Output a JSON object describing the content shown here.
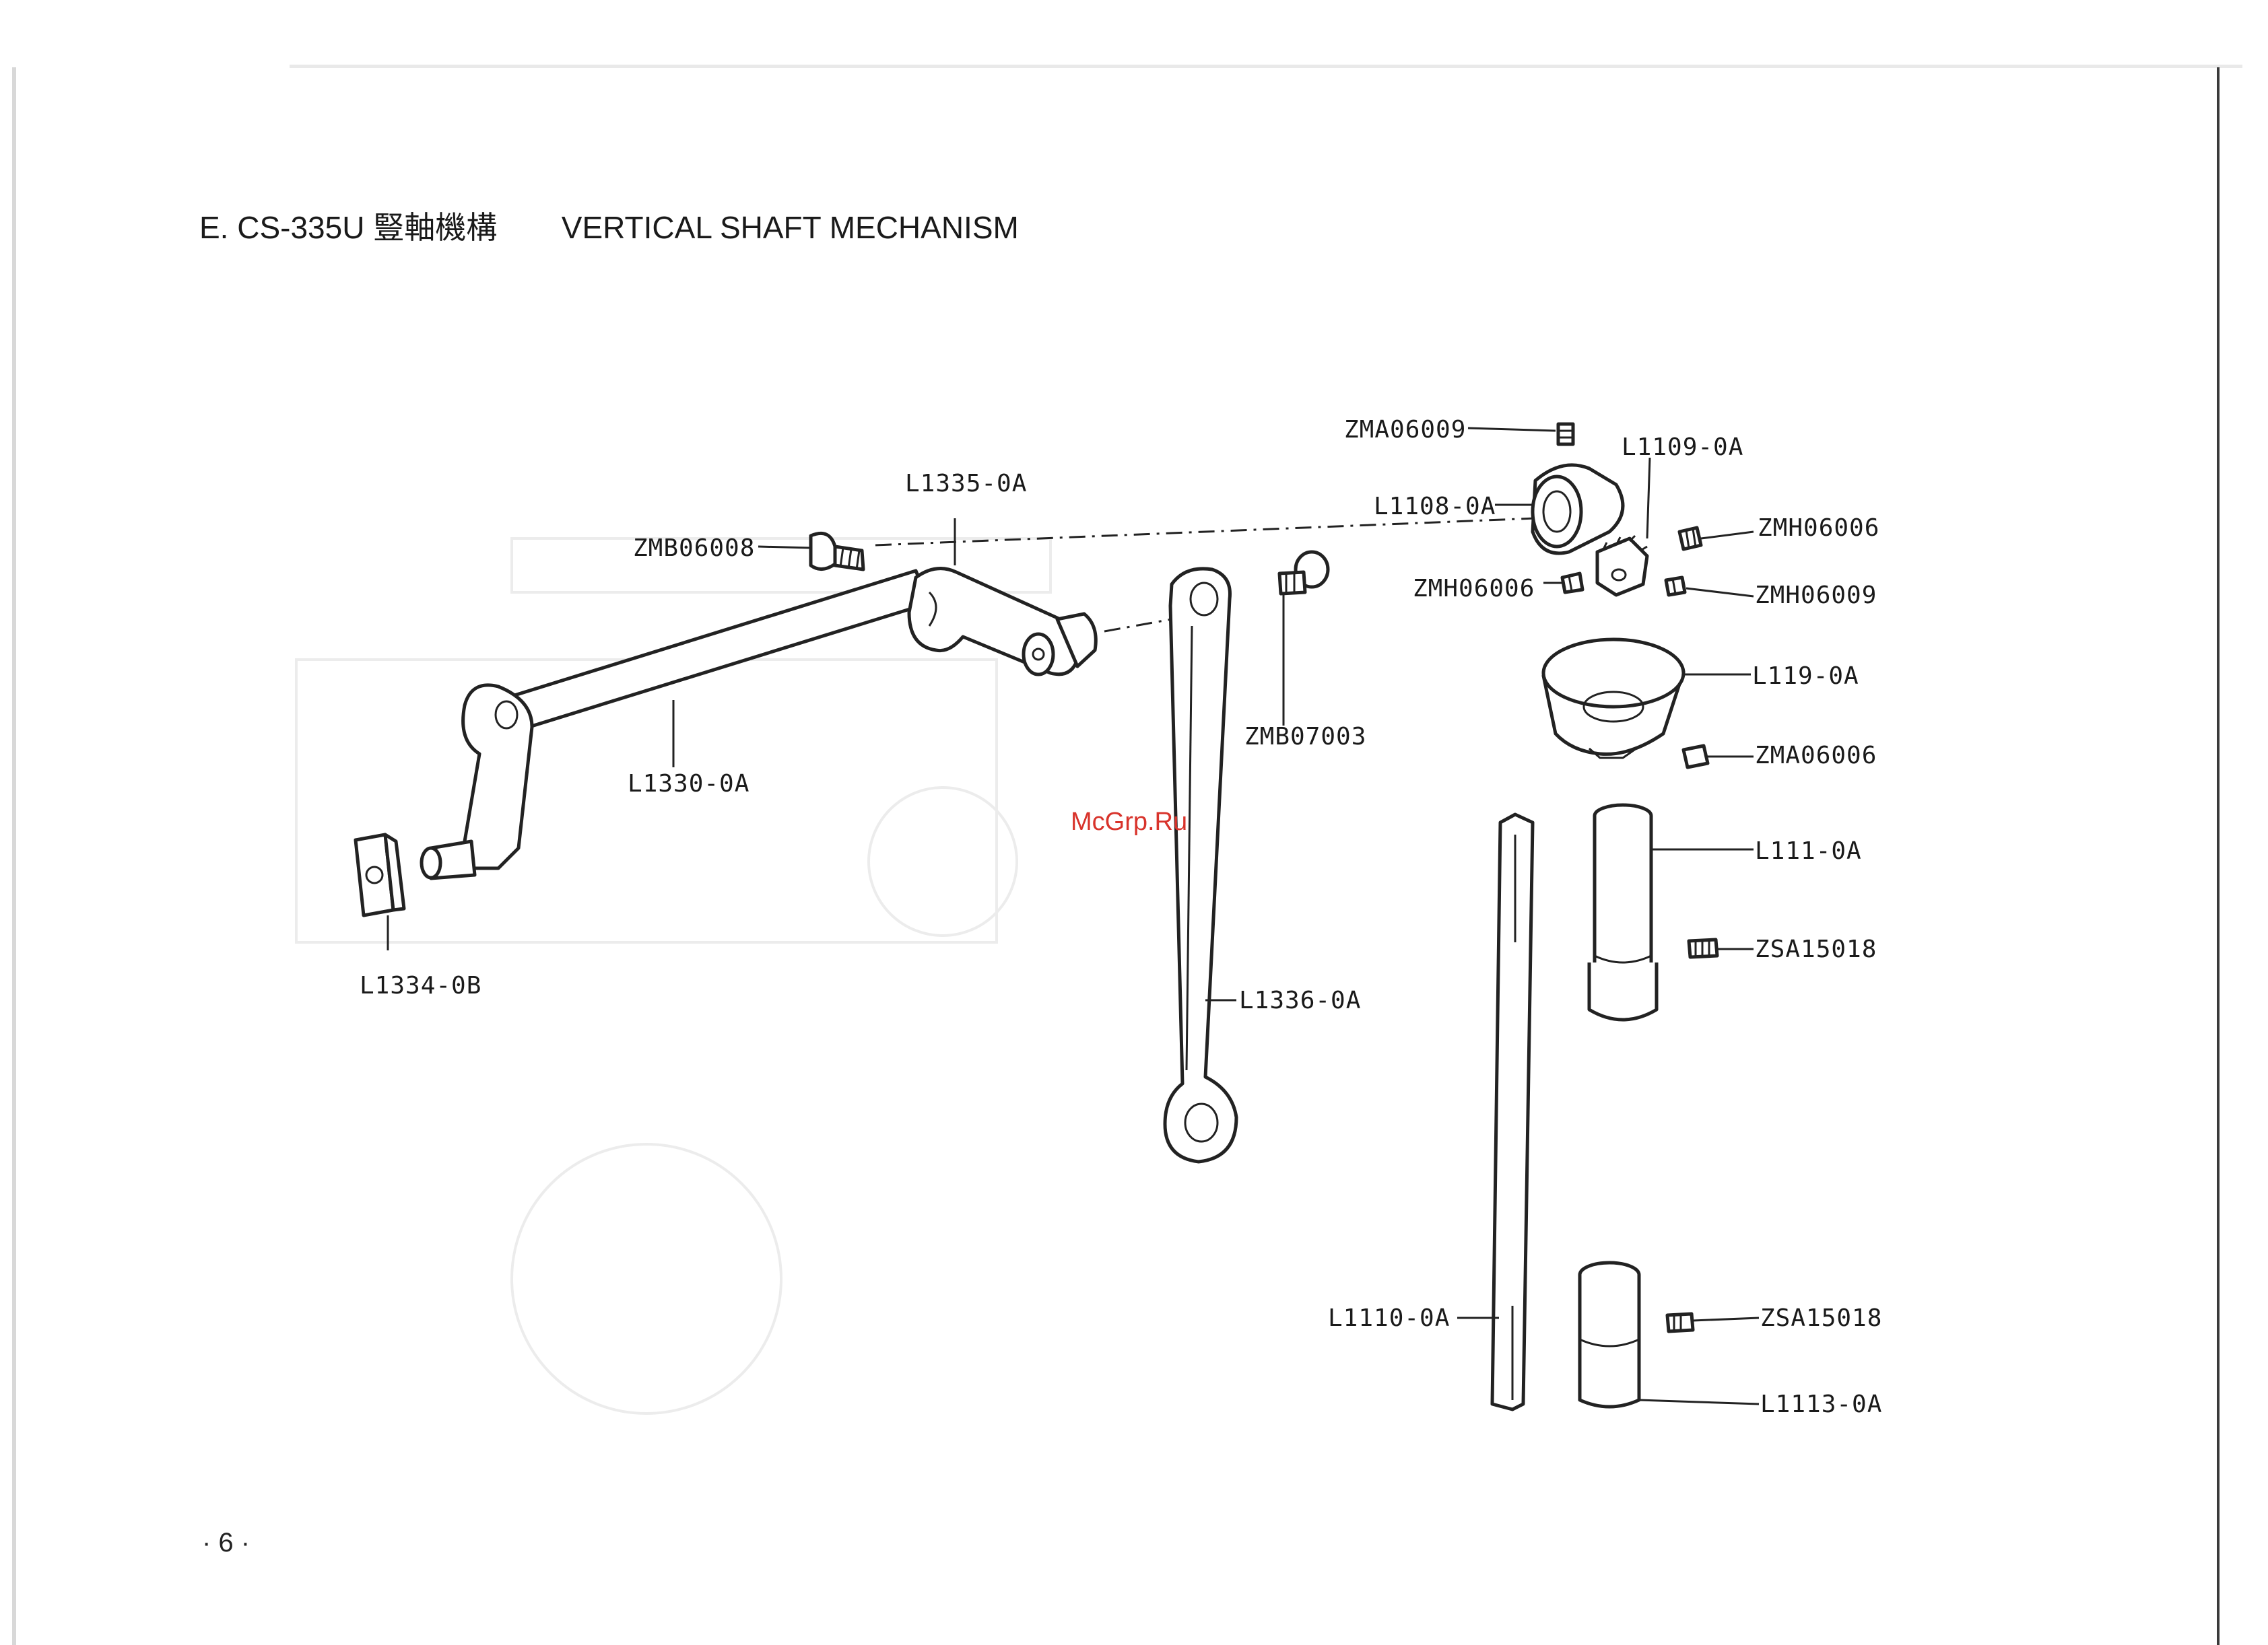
{
  "header": {
    "section": "E. CS-335U",
    "title_cjk": "豎軸機構",
    "title_en": "VERTICAL SHAFT MECHANISM"
  },
  "page_number": "· 6 ·",
  "watermark": "McGrp.Ru",
  "parts": {
    "zma06009": "ZMA06009",
    "l1109": "L1109-0A",
    "l1108": "L1108-0A",
    "l1335": "L1335-0A",
    "zmb06008": "ZMB06008",
    "zmh06006_a": "ZMH06006",
    "zmh06006_b": "ZMH06006",
    "zmh06009": "ZMH06009",
    "l119": "L119-0A",
    "zmb07003": "ZMB07003",
    "zma06006": "ZMA06006",
    "l1330": "L1330-0A",
    "l111": "L111-0A",
    "zsa15018_a": "ZSA15018",
    "l1334": "L1334-0B",
    "l1336": "L1336-0A",
    "l1110": "L1110-0A",
    "zsa15018_b": "ZSA15018",
    "l1113": "L1113-0A"
  }
}
